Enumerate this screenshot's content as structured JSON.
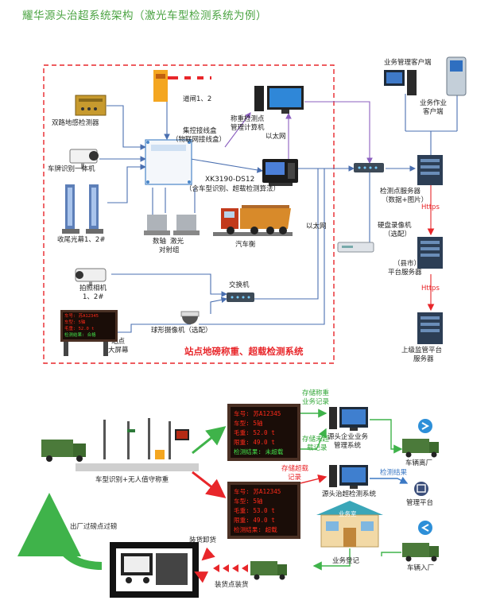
{
  "title": "耀华源头治超系统架构（激光车型检测系统为例）",
  "top": {
    "labels": {
      "gate": "道闸1、2",
      "dual_coil": "双路地感检测器",
      "plate_cam": "车牌识别一体机",
      "light_curtain": "收尾光幕1、2#",
      "control_box_1": "集控接线盒",
      "control_box_2": "（物联网接线盒）",
      "xk_1": "XK3190-DS12",
      "xk_2": "（含车型识别、超载检测算法）",
      "laser_1": "激光",
      "laser_2": "对射组",
      "axle": "数轴",
      "truck_scale": "汽车衡",
      "pc_1": "称重检测点",
      "pc_2": "管理计算机",
      "ethernet_1": "以太网",
      "ethernet_2": "以太网",
      "switch": "交换机",
      "photo_cam_1": "拍照相机",
      "photo_cam_2": "1、2#",
      "dome_cam": "球形摄像机（选配）",
      "big_screen_1": "站点",
      "big_screen_2": "大屏幕",
      "system_title": "站点地磅称重、超载检测系统",
      "biz_client": "业务管理客户端",
      "biz_ops_1": "业务作业",
      "biz_ops_2": "客户端",
      "server_1": "检测点服务器",
      "server_2": "（数据+图片）",
      "recorder_1": "硬盘录像机",
      "recorder_2": "（选配）",
      "city_1": "（县市）",
      "city_2": "平台服务器",
      "upper_1": "上级监管平台",
      "upper_2": "服务器",
      "https_1": "Https",
      "https_2": "Https"
    }
  },
  "bottom": {
    "labels": {
      "unattended": "车型识别+无人值守称重",
      "store_weigh_1": "存储称重",
      "store_weigh_2": "业务记录",
      "store_unweigh_1": "存储未超",
      "store_unweigh_2": "载记录",
      "store_over_1": "存储超载",
      "store_over_2": "记录",
      "enterprise_1": "源头企业业务",
      "enterprise_2": "管理系统",
      "overload_sys": "源头治超检测系统",
      "check_result": "检测结果",
      "vehicle_out": "车辆离厂",
      "mgmt_platform": "管理平台",
      "vehicle_in": "车辆入厂",
      "biz_register": "业务登记",
      "biz_room": "业务室",
      "exit_weigh": "出厂过磅点过磅",
      "unload": "装货卸货",
      "load_point": "装货点装货"
    },
    "led_top": [
      "车号: 苏A12345",
      "车型: 5轴",
      "毛重: 52.0 t",
      "限重: 49.0 t",
      "检测结果: 未超载"
    ],
    "led_bottom": [
      "车号: 苏A12345",
      "车型: 5轴",
      "毛重: 53.0 t",
      "限重: 49.0 t",
      "检测结果: 超载"
    ]
  },
  "big_screen_led": [
    "车号: 苏A12345",
    "车型: 5轴",
    "毛重: 52.0 t",
    "检测结果: 合格"
  ],
  "colors": {
    "title_green": "#4aa341",
    "dashed_red": "#e8262a",
    "connector_blue": "#4a6fb0",
    "connector_purple": "#8b5fbf",
    "arrow_green": "#3fb34a",
    "arrow_red": "#e8262a"
  }
}
